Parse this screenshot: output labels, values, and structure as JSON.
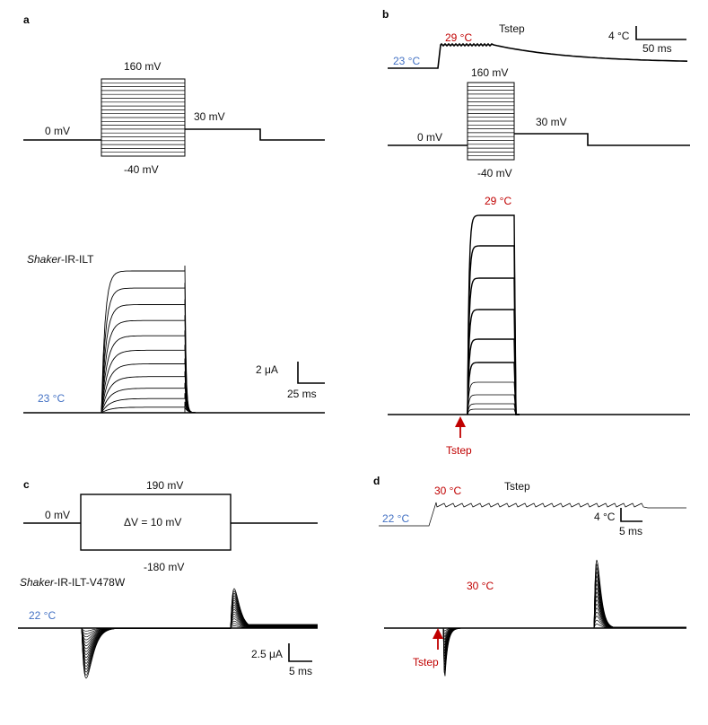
{
  "panels": {
    "a": {
      "label": "a",
      "v_top": "160 mV",
      "v_hold": "0 mV",
      "v_post": "30 mV",
      "v_bottom": "-40 mV",
      "construct_italic": "Shaker",
      "construct_rest": "-IR-ILT",
      "temp": "23 °C",
      "scale_y": "2 μA",
      "scale_x": "25 ms"
    },
    "b": {
      "label": "b",
      "temp_low": "23 °C",
      "temp_high": "29 °C",
      "tstep": "Tstep",
      "scale_y": "4 °C",
      "scale_x": "50 ms",
      "v_top": "160 mV",
      "v_hold": "0 mV",
      "v_post": "30 mV",
      "v_bottom": "-40 mV",
      "current_temp": "29 °C",
      "arrow_label": "Tstep"
    },
    "c": {
      "label": "c",
      "v_top": "190 mV",
      "v_hold": "0 mV",
      "delta": "ΔV = 10 mV",
      "v_bottom": "-180 mV",
      "construct_italic": "Shaker",
      "construct_rest": "-IR-ILT-V478W",
      "temp": "22 °C",
      "scale_y": "2.5 μA",
      "scale_x": "5 ms"
    },
    "d": {
      "label": "d",
      "temp_low": "22 °C",
      "temp_high": "30 °C",
      "tstep": "Tstep",
      "scale_y": "4 °C",
      "scale_x": "5 ms",
      "current_temp": "30 °C",
      "arrow_label": "Tstep"
    }
  },
  "colors": {
    "blue": "#4472c4",
    "red": "#c00000",
    "trace": "#000000"
  }
}
